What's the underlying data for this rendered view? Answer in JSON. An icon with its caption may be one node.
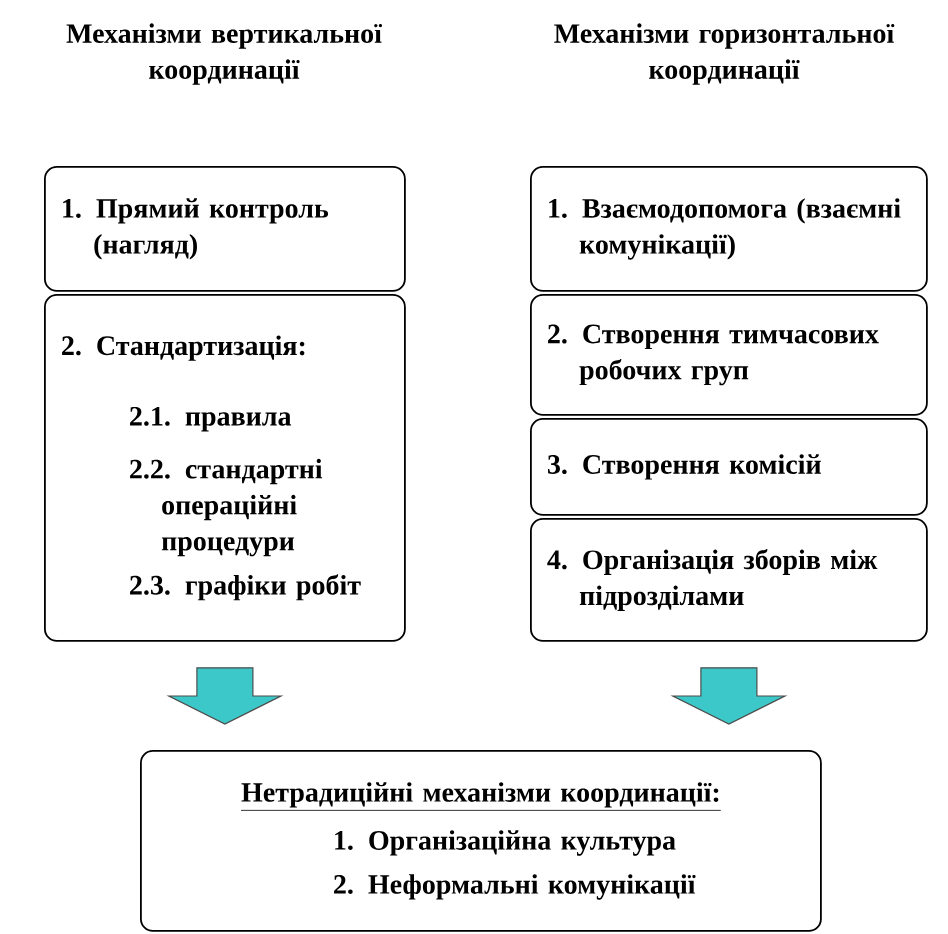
{
  "diagram": {
    "nodes": [
      {
        "text": [
          "1. Прямий контроль (нагляд)"
        ]
      },
      {
        "text": [
          "2. Стандартизація:",
          "2.1. правила",
          "2.2. стандартні операційні процедури",
          "2.3. графіки робіт"
        ]
      },
      {
        "text": [
          "1. Взаємодопомога (взаємні комунікації)"
        ]
      },
      {
        "text": [
          "2. Створення тимчасових робочих груп"
        ]
      },
      {
        "text": [
          "3. Створення комісій"
        ]
      },
      {
        "text": [
          "4. Організація зборів між підрозділами"
        ]
      },
      {
        "text": [
          "Нетрадиційні механізми координації:",
          "1. Організаційна культура",
          "2. Неформальні комунікації"
        ]
      }
    ],
    "edges": [
      {
        "from": 1,
        "to": 6,
        "arrow": "to"
      },
      {
        "from": 5,
        "to": 6,
        "arrow": "to"
      }
    ],
    "labels": [
      "Механізми вертикальної координації",
      "Механізми горизонтальної координації"
    ]
  }
}
